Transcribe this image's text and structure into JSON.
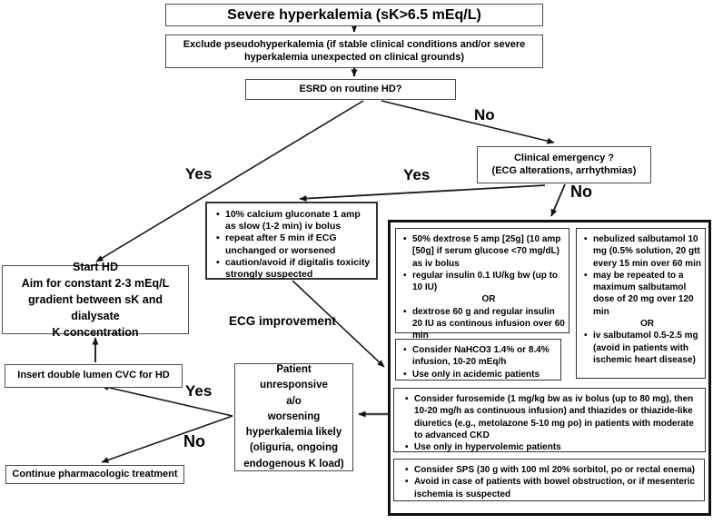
{
  "title": "Severe hyperkalemia (sK>6.5 mEq/L)",
  "boxes": {
    "exclude": "Exclude pseudohyperkalemia (if stable clinical conditions and/or severe hyperkalemia unexpected on clinical grounds)",
    "esrd": "ESRD on routine HD?",
    "emergency_line1": "Clinical emergency ?",
    "emergency_line2": "(ECG alterations, arrhythmias)",
    "calcium_items": [
      "10% calcium gluconate 1 amp as slow (1-2 min) iv bolus",
      "repeat after 5 min if ECG unchanged or worsened",
      "caution/avoid if digitalis toxicity strongly suspected"
    ],
    "start_hd_lines": [
      "Start HD",
      "Aim for constant 2-3 mEq/L",
      "gradient between sK and dialysate",
      "K concentration"
    ],
    "cvc": "Insert double lumen CVC for HD",
    "continue_treatment": "Continue pharmacologic treatment",
    "patient_lines": [
      "Patient",
      "unresponsive",
      "a/o",
      "worsening",
      "hyperkalemia likely",
      "(oliguria, ongoing",
      "endogenous K load)"
    ]
  },
  "labels": {
    "no_top": "No",
    "yes_left": "Yes",
    "yes_mid": "Yes",
    "no_right": "No",
    "ecg_improvement": "ECG improvement",
    "yes_bottom": "Yes",
    "no_bottom": "No"
  },
  "panel": {
    "dextrose": {
      "items_before": [
        "50% dextrose 5 amp [25g] (10 amp [50g] if serum glucose <70 mg/dL) as iv bolus",
        "regular insulin 0.1 IU/kg bw (up to 10 IU)"
      ],
      "or_label": "OR",
      "items_after": [
        "dextrose 60 g and regular insulin 20 IU as continous infusion over 60 min"
      ]
    },
    "salbutamol": {
      "items_before": [
        "nebulized salbutamol 10 mg (0.5% solution, 20 gtt every 15 min over 60 min",
        "may be repeated to a maximum salbutamol dose of 20 mg over 120 min"
      ],
      "or_label": "OR",
      "items_after": [
        "iv salbutamol 0.5-2.5 mg (avoid in patients with ischemic heart disease)"
      ]
    },
    "nahco3": {
      "items": [
        "Consider NaHCO3 1.4% or 8.4% infusion, 10-20 mEq/h",
        "Use only in acidemic patients"
      ]
    },
    "furosemide": {
      "items": [
        "Consider furosemide (1 mg/kg bw as iv bolus (up to 80 mg), then 10-20 mg/h as continuous infusion) and thiazides or thiazide-like diuretics (e.g., metolazone 5-10 mg po) in patients with moderate to advanced CKD",
        "Use only in hypervolemic patients"
      ]
    },
    "sps": {
      "items": [
        "Consider SPS (30 g with 100 ml 20% sorbitol, po or rectal enema)",
        "Avoid in case of patients with bowel obstruction, or if mesenteric ischemia is suspected"
      ]
    }
  },
  "colors": {
    "border_dark": "#111111",
    "border_gray": "#4d4d4d",
    "text": "#000000",
    "background": "#ffffff"
  }
}
